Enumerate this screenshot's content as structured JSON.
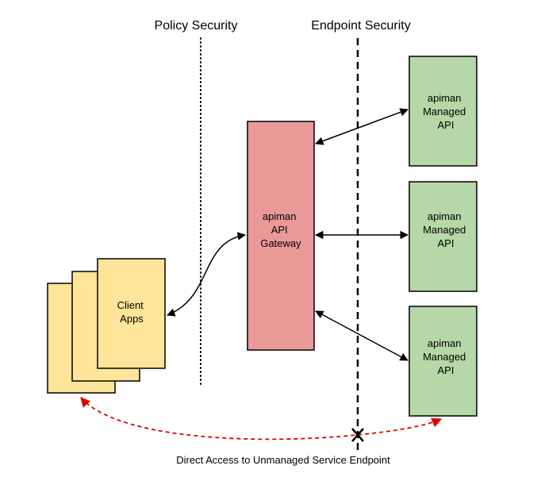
{
  "colors": {
    "background": "#ffffff",
    "gateway_fill": "#ea9999",
    "gateway_stroke": "#000000",
    "managed_api_fill": "#b6d7a8",
    "managed_api_stroke": "#000000",
    "client_fill": "#ffe599",
    "client_stroke": "#000000",
    "arrow": "#000000",
    "direct_access_arrow": "#e00000",
    "divider": "#000000"
  },
  "headers": {
    "policy_security": "Policy Security",
    "endpoint_security": "Endpoint Security"
  },
  "gateway": {
    "lines": [
      "apiman",
      "API",
      "Gateway"
    ]
  },
  "managed_apis": [
    {
      "lines": [
        "apiman",
        "Managed",
        "API"
      ]
    },
    {
      "lines": [
        "apiman",
        "Managed",
        "API"
      ]
    },
    {
      "lines": [
        "apiman",
        "Managed",
        "API"
      ]
    }
  ],
  "client_apps": {
    "lines": [
      "Client",
      "Apps"
    ]
  },
  "blocked_marker": {
    "symbol": "X"
  },
  "caption": {
    "text": "Direct Access to Unmanaged Service Endpoint"
  }
}
